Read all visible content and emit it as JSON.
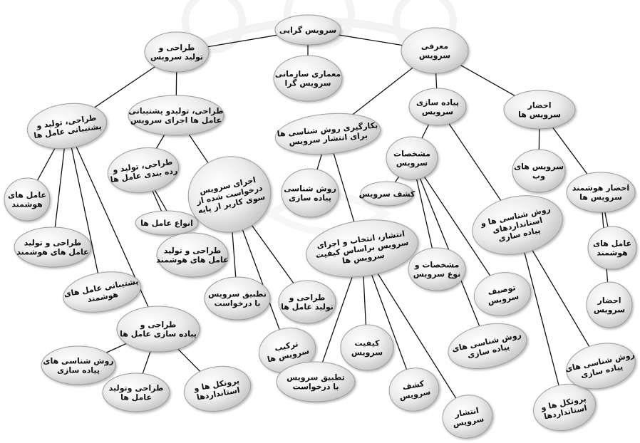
{
  "diagram": {
    "type": "service-oriented-concept-tree",
    "root": "n1",
    "nodes": [
      {
        "id": "n1",
        "lines": [
          "سرویس گرایی"
        ]
      },
      {
        "id": "n2",
        "lines": [
          "طراحی و",
          "تولید سرویس"
        ]
      },
      {
        "id": "n3",
        "lines": [
          "معماری سازمانی",
          "سرویس گرا"
        ]
      },
      {
        "id": "n4",
        "lines": [
          "معرفی",
          "سرویس"
        ]
      },
      {
        "id": "n5",
        "lines": [
          "طراحی، تولید و",
          "پشتیبانی عامل ها"
        ]
      },
      {
        "id": "n6",
        "lines": [
          "طراحی، تولیدو پشتیبانی",
          "عامل ها اجرای سرویس"
        ]
      },
      {
        "id": "n7",
        "lines": [
          "بکارگیری روش شناسی ها",
          "برای انتشار سرویس"
        ]
      },
      {
        "id": "n8",
        "lines": [
          "پیاده سازی",
          "سرویس"
        ]
      },
      {
        "id": "n9",
        "lines": [
          "احضار",
          "سرویس ها"
        ]
      },
      {
        "id": "n10",
        "lines": [
          "عامل های",
          "هوشمند"
        ]
      },
      {
        "id": "n11",
        "lines": [
          "طراحی و تولید",
          "عامل های هوشمند"
        ]
      },
      {
        "id": "n12",
        "lines": [
          "پشتیبانی عامل های",
          "هوشمند"
        ]
      },
      {
        "id": "n13",
        "lines": [
          "طراحی و",
          "پیاده سازی عامل ها"
        ]
      },
      {
        "id": "n14",
        "lines": [
          "روش شناسی های",
          "پیاده سازی"
        ]
      },
      {
        "id": "n15",
        "lines": [
          "طراحی وتولید",
          "عامل ها"
        ]
      },
      {
        "id": "n16",
        "lines": [
          "پروتکل ها و",
          "استانداردها"
        ]
      },
      {
        "id": "n17",
        "lines": [
          "طراحی، تولید و",
          "رده بندی عامل ها"
        ]
      },
      {
        "id": "n18",
        "lines": [
          "انواع عامل ها"
        ]
      },
      {
        "id": "n19",
        "lines": [
          "طراحی و تولید",
          "عامل های هوشمند"
        ]
      },
      {
        "id": "n20",
        "lines": [
          "اجرای سرویس",
          "درخواست شده از",
          "سوی کاربر از پایه"
        ]
      },
      {
        "id": "n21",
        "lines": [
          "تطبیق سرویس",
          "با درخواست"
        ]
      },
      {
        "id": "n22",
        "lines": [
          "ترکیب",
          "سرویس ها"
        ]
      },
      {
        "id": "n23",
        "lines": [
          "طراحی و",
          "تولید عامل ها"
        ]
      },
      {
        "id": "n24",
        "lines": [
          "روش شناسی",
          "پیاده سازی"
        ]
      },
      {
        "id": "n25",
        "lines": [
          "انتشار، انتخاب و اجرای",
          "سرویس براساس کیفیت",
          "سرویس ها"
        ]
      },
      {
        "id": "n26",
        "lines": [
          "تطبیق سرویس",
          "با درخواست"
        ]
      },
      {
        "id": "n27",
        "lines": [
          "کیفیت",
          "سرویس"
        ]
      },
      {
        "id": "n28",
        "lines": [
          "کشف",
          "سرویس"
        ]
      },
      {
        "id": "n29",
        "lines": [
          "انتشار",
          "سرویس"
        ]
      },
      {
        "id": "n30",
        "lines": [
          "مشخصات",
          "سرویس"
        ]
      },
      {
        "id": "n31",
        "lines": [
          "کشف سرویس"
        ]
      },
      {
        "id": "n32",
        "lines": [
          "مشخصات و",
          "نوع سرویس"
        ]
      },
      {
        "id": "n33",
        "lines": [
          "توصیف",
          "سرویس"
        ]
      },
      {
        "id": "n34",
        "lines": [
          "روش شناسی های",
          "پیاده سازی"
        ]
      },
      {
        "id": "n35",
        "lines": [
          "روش شناسی ها و",
          "استانداردهای",
          "پیاده سازی"
        ]
      },
      {
        "id": "n36",
        "lines": [
          "پروتکل ها و",
          "استانداردها"
        ]
      },
      {
        "id": "n37",
        "lines": [
          "روش شناسی های",
          "پیاده سازی"
        ]
      },
      {
        "id": "n38",
        "lines": [
          "سرویس های",
          "وب"
        ]
      },
      {
        "id": "n39",
        "lines": [
          "احضار هوشمند",
          "سرویس ها"
        ]
      },
      {
        "id": "n40",
        "lines": [
          "عامل های",
          "هوشمند"
        ]
      },
      {
        "id": "n41",
        "lines": [
          "احضار",
          "سرویس"
        ]
      }
    ],
    "edges": [
      [
        "n1",
        "n2"
      ],
      [
        "n1",
        "n3"
      ],
      [
        "n1",
        "n4"
      ],
      [
        "n2",
        "n5"
      ],
      [
        "n2",
        "n6"
      ],
      [
        "n4",
        "n7"
      ],
      [
        "n4",
        "n8"
      ],
      [
        "n4",
        "n9"
      ],
      [
        "n5",
        "n10"
      ],
      [
        "n5",
        "n11"
      ],
      [
        "n5",
        "n12"
      ],
      [
        "n5",
        "n13"
      ],
      [
        "n13",
        "n14"
      ],
      [
        "n13",
        "n15"
      ],
      [
        "n13",
        "n16"
      ],
      [
        "n6",
        "n17"
      ],
      [
        "n6",
        "n20"
      ],
      [
        "n17",
        "n18"
      ],
      [
        "n17",
        "n19"
      ],
      [
        "n20",
        "n21"
      ],
      [
        "n20",
        "n22"
      ],
      [
        "n20",
        "n23"
      ],
      [
        "n7",
        "n24"
      ],
      [
        "n7",
        "n25"
      ],
      [
        "n25",
        "n26"
      ],
      [
        "n25",
        "n27"
      ],
      [
        "n25",
        "n28"
      ],
      [
        "n25",
        "n29"
      ],
      [
        "n8",
        "n30"
      ],
      [
        "n8",
        "n35"
      ],
      [
        "n30",
        "n31"
      ],
      [
        "n30",
        "n32"
      ],
      [
        "n30",
        "n33"
      ],
      [
        "n30",
        "n34"
      ],
      [
        "n35",
        "n36"
      ],
      [
        "n35",
        "n37"
      ],
      [
        "n9",
        "n38"
      ],
      [
        "n9",
        "n39"
      ],
      [
        "n39",
        "n40"
      ],
      [
        "n39",
        "n41"
      ]
    ]
  },
  "colors": {
    "node_fill_light": "#ffffff",
    "node_fill_dark": "#c8c8c8",
    "edge": "#111111",
    "text": "#111111",
    "watermark": "#e6e6e6"
  }
}
